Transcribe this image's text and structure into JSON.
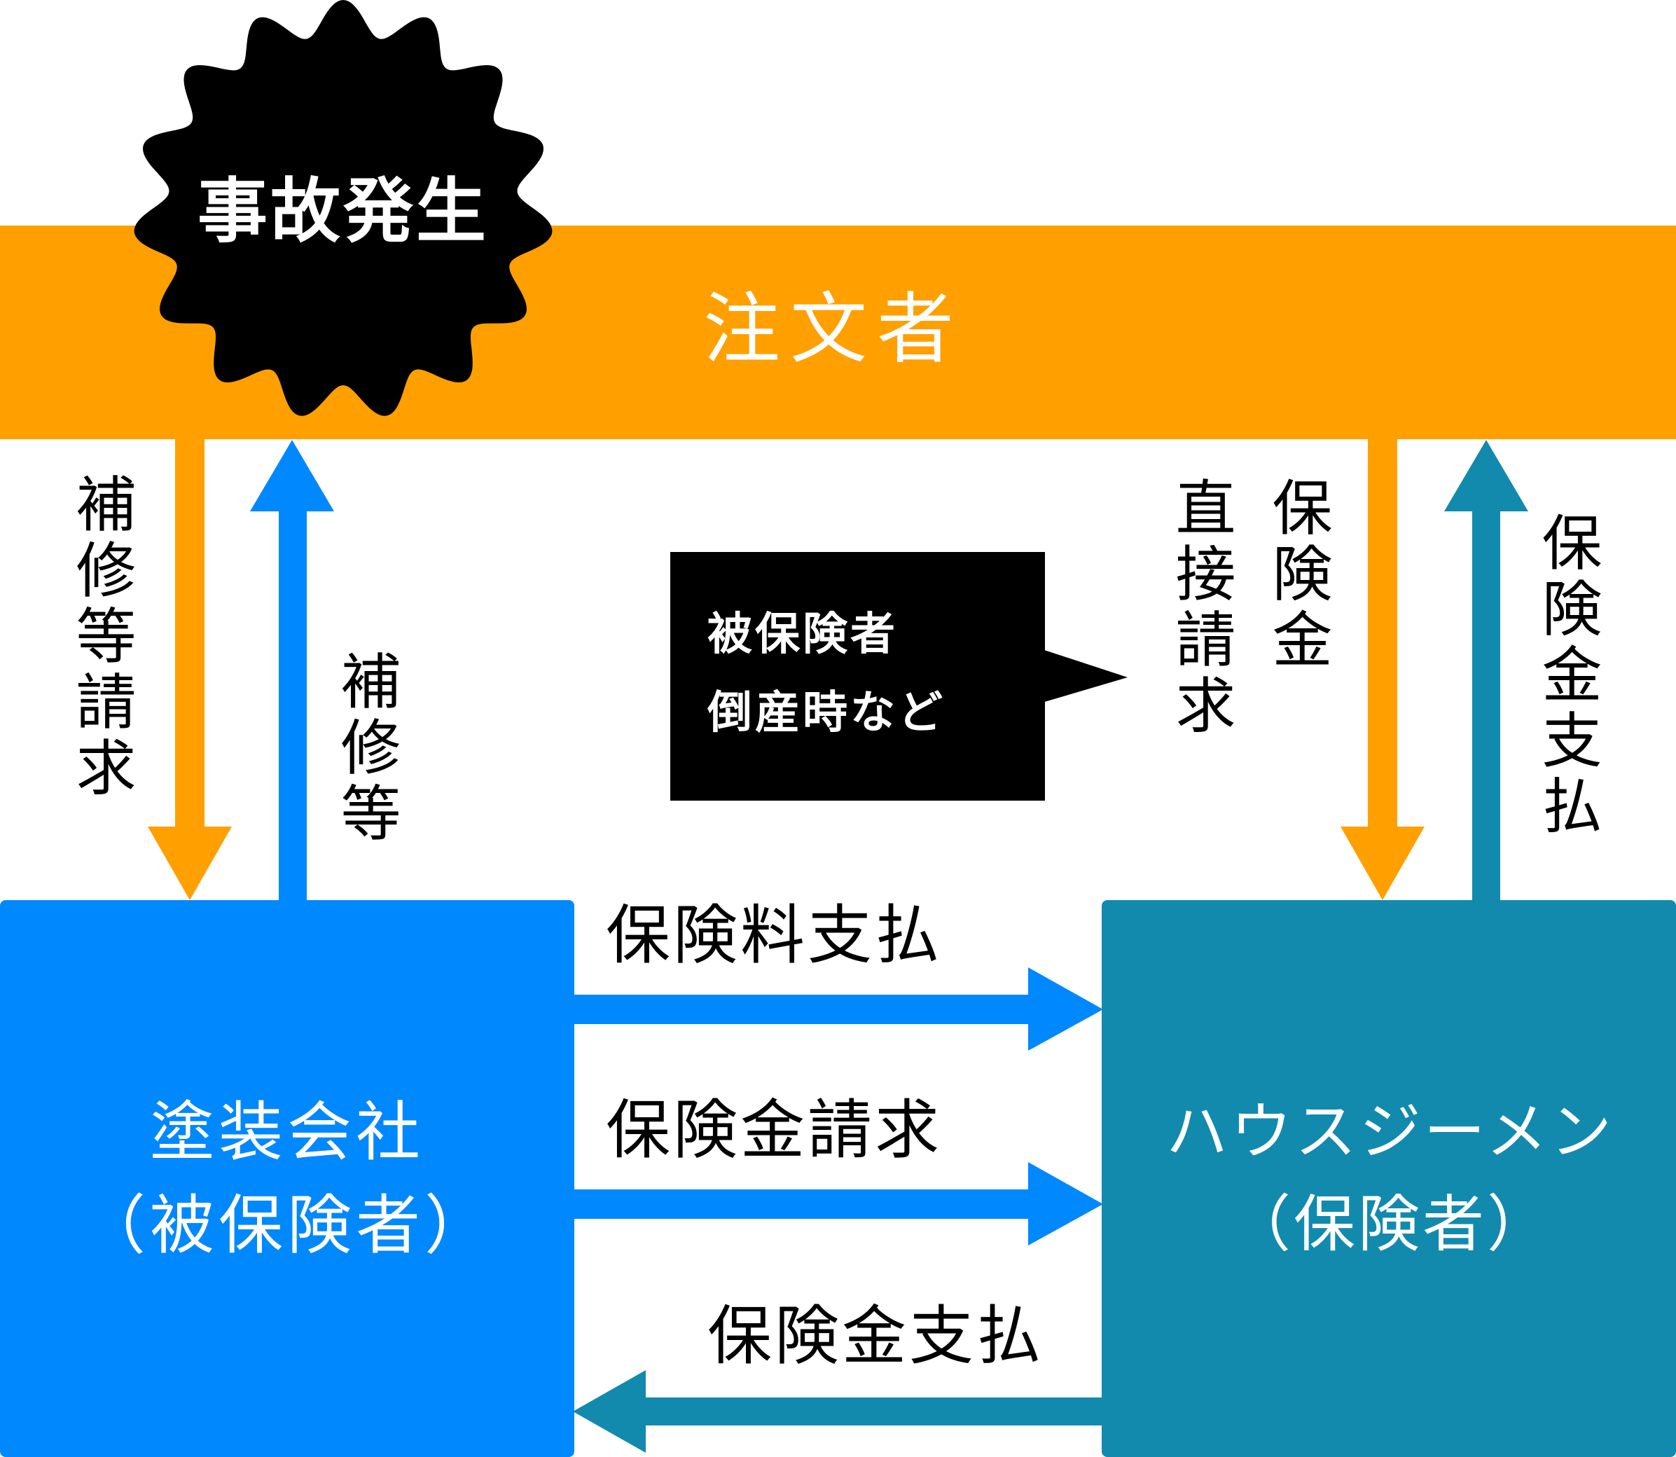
{
  "colors": {
    "orderer": "#FFA000",
    "contractor": "#0088FF",
    "insurer": "#128AAE",
    "accident": "#000000",
    "text": "#000000"
  },
  "orderer": {
    "label": "注文者"
  },
  "accident": {
    "label": "事故発生"
  },
  "contractor": {
    "line1": "塗装会社",
    "line2": "（被保険者）"
  },
  "insurer": {
    "line1": "ハウスジーメン",
    "line2": "（保険者）"
  },
  "note": {
    "line1": "被保険者",
    "line2": "倒産時など"
  },
  "flows": {
    "repair_request": "補修等請求",
    "repair": "補修等",
    "direct_claim_line1": "保険金",
    "direct_claim_line2": "直接請求",
    "claim_payment": "保険金支払",
    "premium_payment": "保険料支払",
    "insurance_claim": "保険金請求",
    "insurance_payment": "保険金支払"
  }
}
